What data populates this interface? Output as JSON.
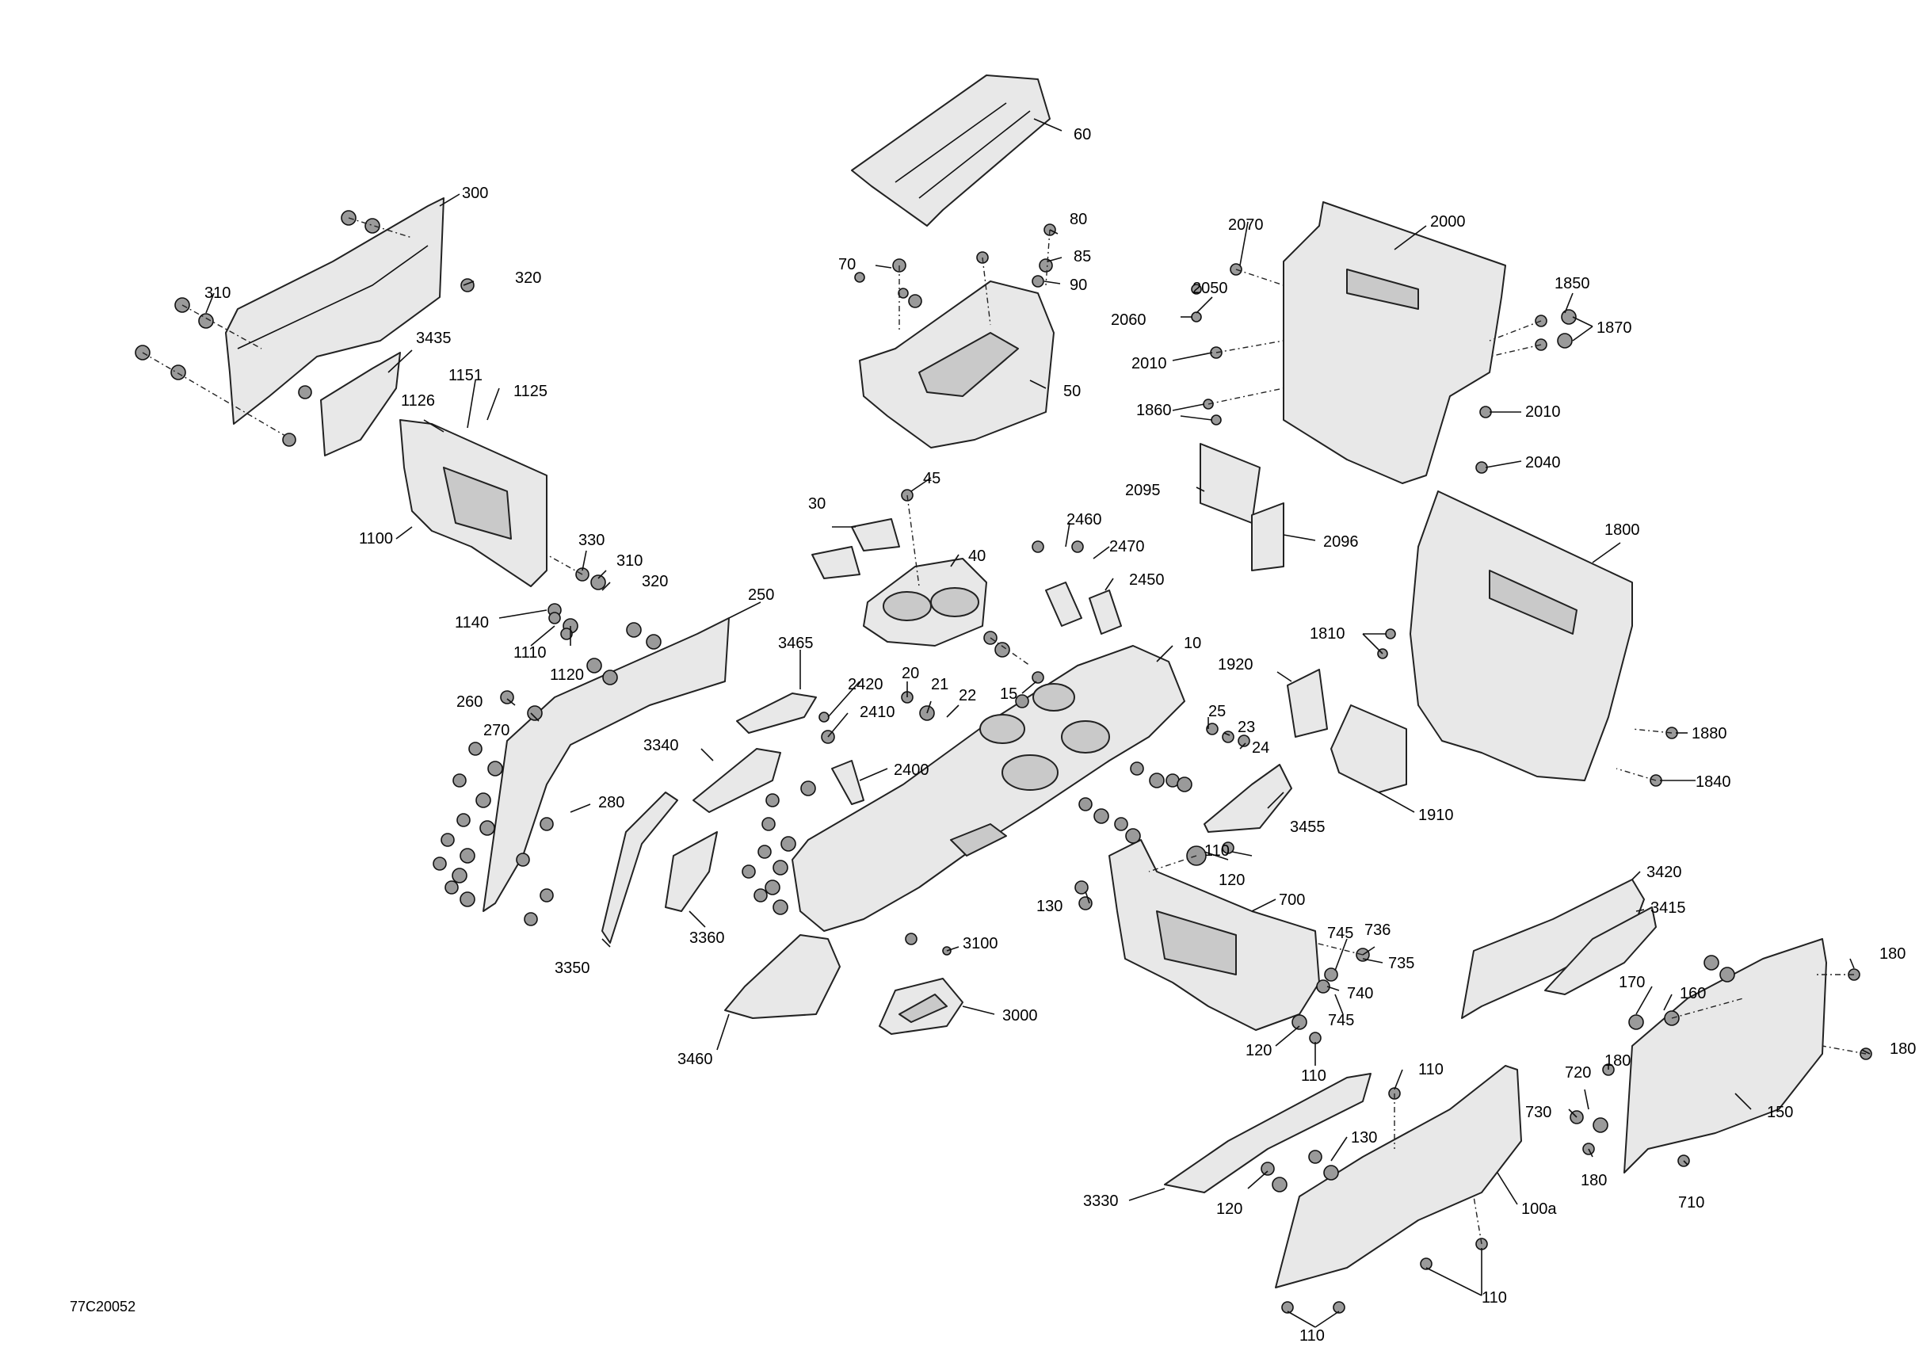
{
  "figure_ref": "77C20052",
  "callouts": {
    "c10": "10",
    "c15": "15",
    "c20": "20",
    "c21": "21",
    "c22": "22",
    "c23": "23",
    "c24": "24",
    "c25": "25",
    "c30": "30",
    "c40": "40",
    "c45": "45",
    "c50": "50",
    "c60": "60",
    "c70": "70",
    "c80": "80",
    "c85": "85",
    "c90": "90",
    "c100a": "100a",
    "c110a": "110",
    "c110b": "110",
    "c110c": "110",
    "c110d": "110",
    "c110e": "110",
    "c120a": "120",
    "c120b": "120",
    "c120c": "120",
    "c130a": "130",
    "c130b": "130",
    "c150": "150",
    "c160": "160",
    "c170": "170",
    "c180a": "180",
    "c180b": "180",
    "c180c": "180",
    "c180d": "180",
    "c250": "250",
    "c260": "260",
    "c270": "270",
    "c280": "280",
    "c300": "300",
    "c310a": "310",
    "c310b": "310",
    "c320a": "320",
    "c320b": "320",
    "c330": "330",
    "c700": "700",
    "c710": "710",
    "c720": "720",
    "c730": "730",
    "c735": "735",
    "c736": "736",
    "c740": "740",
    "c745a": "745",
    "c745b": "745",
    "c1100": "1100",
    "c1110": "1110",
    "c1120": "1120",
    "c1125": "1125",
    "c1126": "1126",
    "c1140": "1140",
    "c1151": "1151",
    "c1800": "1800",
    "c1810": "1810",
    "c1840": "1840",
    "c1850": "1850",
    "c1860": "1860",
    "c1870": "1870",
    "c1880": "1880",
    "c1910": "1910",
    "c1920": "1920",
    "c2000": "2000",
    "c2010a": "2010",
    "c2010b": "2010",
    "c2040": "2040",
    "c2050": "2050",
    "c2060": "2060",
    "c2070": "2070",
    "c2095": "2095",
    "c2096": "2096",
    "c2400": "2400",
    "c2410": "2410",
    "c2420": "2420",
    "c2450": "2450",
    "c2460": "2460",
    "c2470": "2470",
    "c3000": "3000",
    "c3100": "3100",
    "c3330": "3330",
    "c3340": "3340",
    "c3350": "3350",
    "c3360": "3360",
    "c3415": "3415",
    "c3420": "3420",
    "c3435": "3435",
    "c3455": "3455",
    "c3460": "3460",
    "c3465": "3465"
  }
}
